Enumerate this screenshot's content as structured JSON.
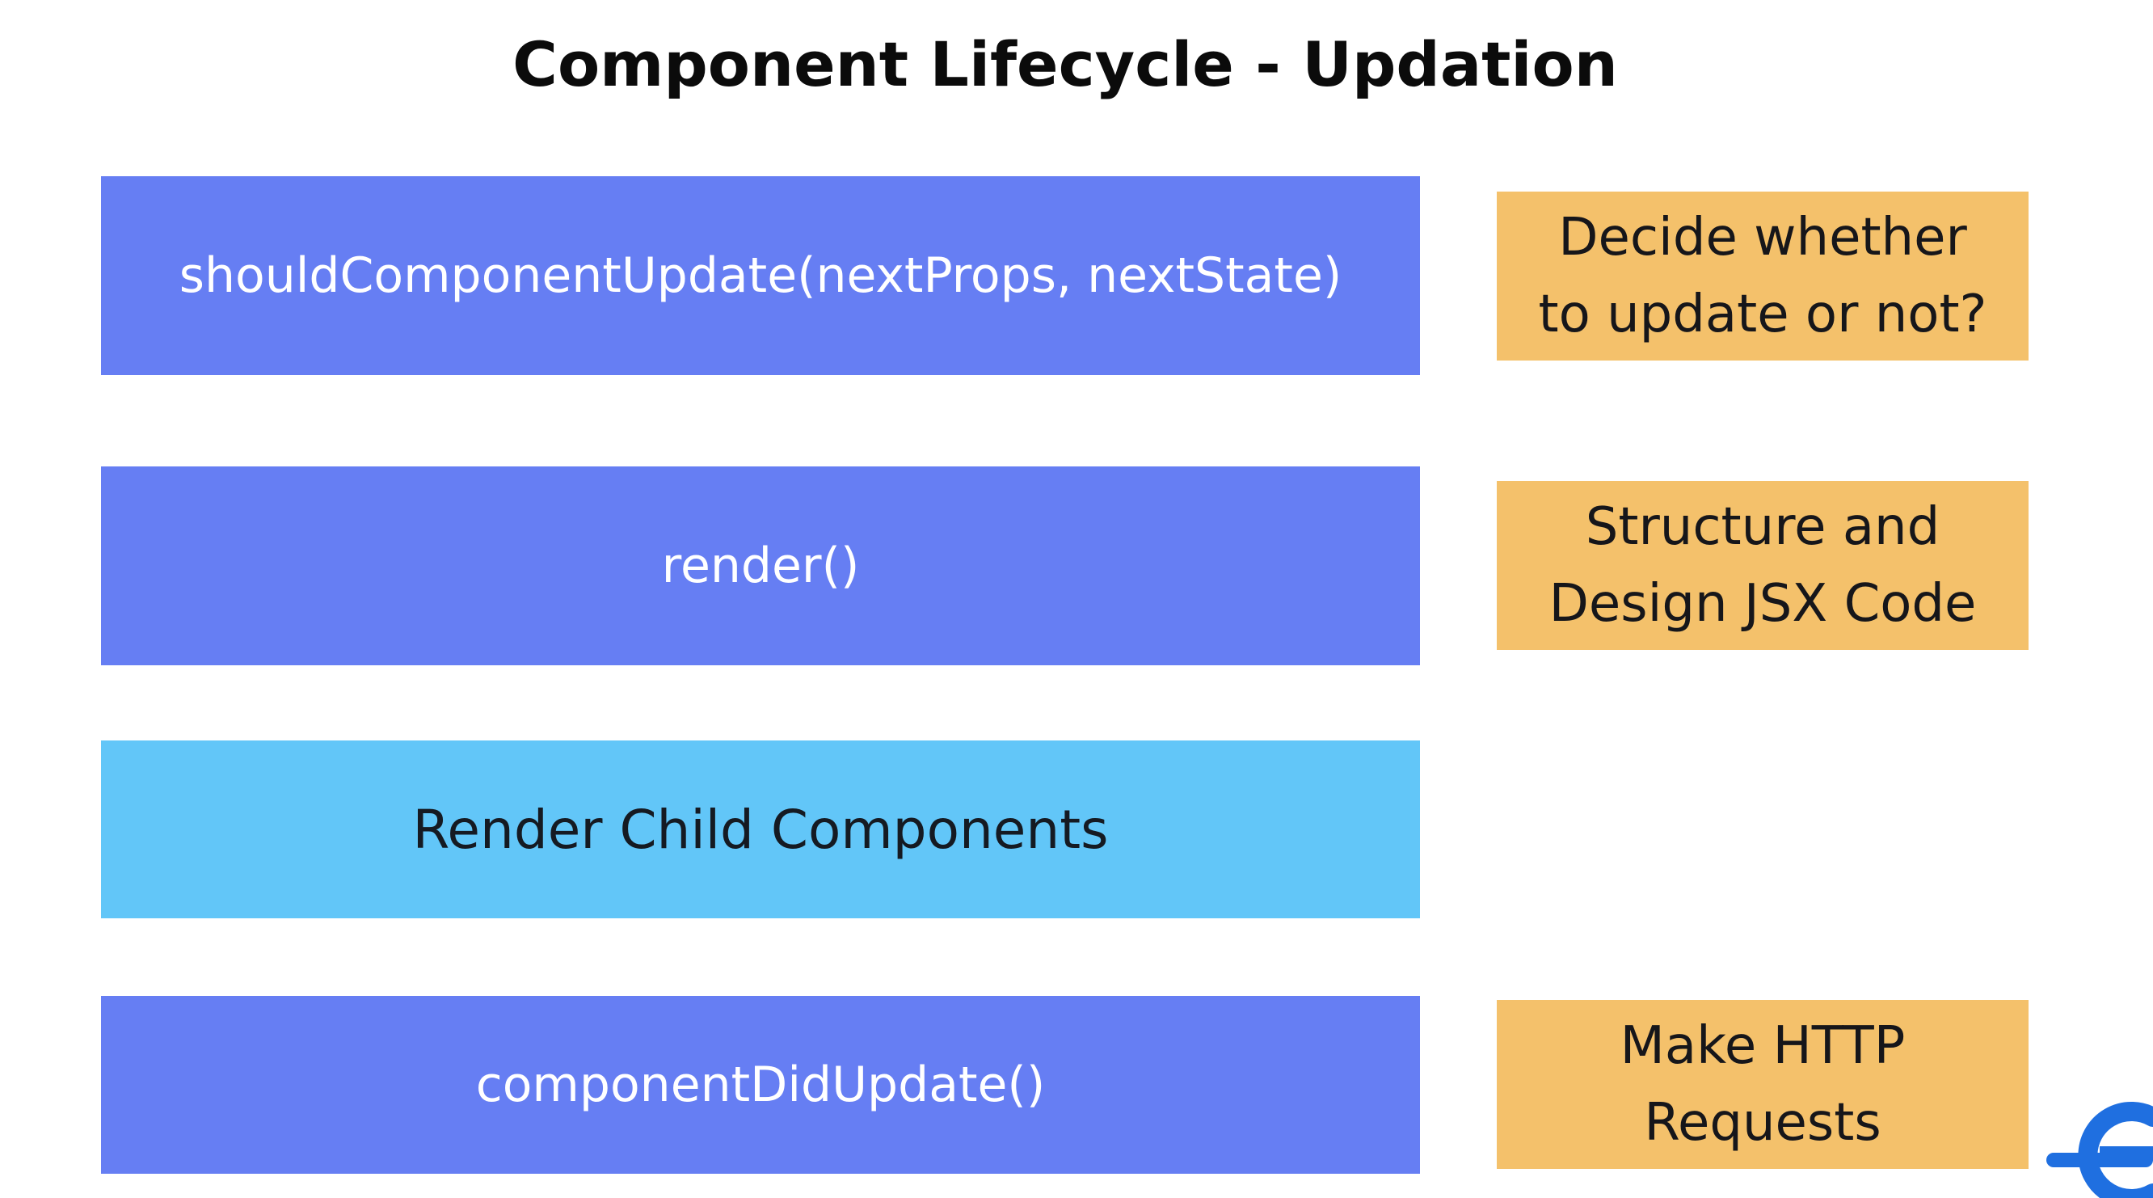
{
  "title": "Component Lifecycle - Updation",
  "stages": [
    {
      "label": "shouldComponentUpdate(nextProps, nextState)"
    },
    {
      "label": "render()"
    },
    {
      "label": "Render Child Components"
    },
    {
      "label": "componentDidUpdate()"
    }
  ],
  "notes": [
    {
      "line1": "Decide whether",
      "line2": "to update or not?"
    },
    {
      "line1": "Structure and",
      "line2": "Design JSX Code"
    },
    {
      "line1": "Make HTTP",
      "line2": "Requests"
    }
  ],
  "colors": {
    "method_box": "#667ef3",
    "child_box": "#62c6f8",
    "note_box": "#f4c16b",
    "logo": "#1f6fe0"
  },
  "icons": {
    "logo": "e-logo-icon"
  }
}
